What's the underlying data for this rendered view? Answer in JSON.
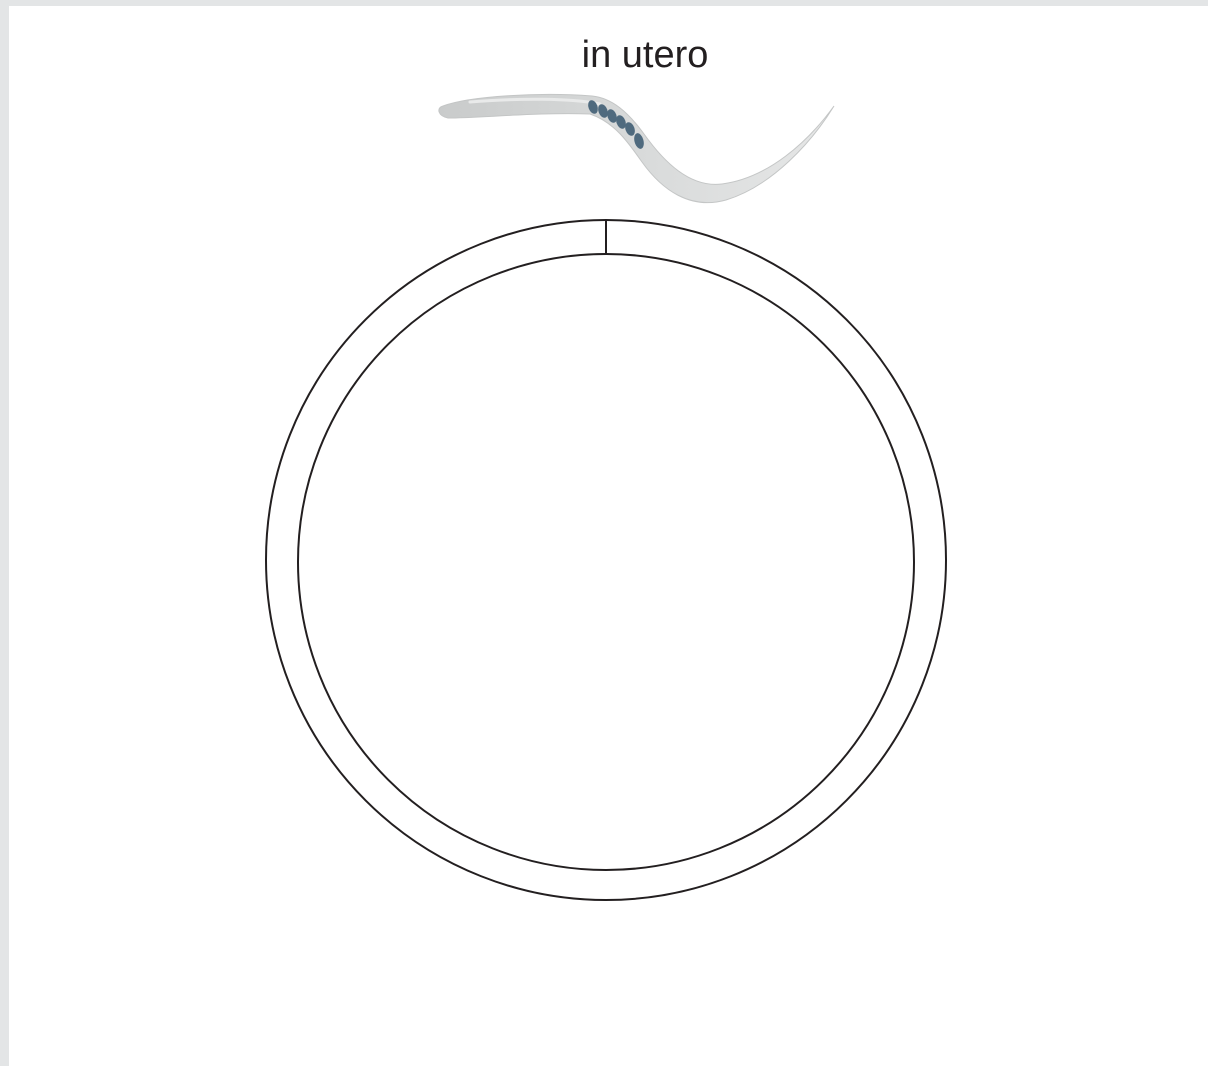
{
  "title": "in utero",
  "colors": {
    "background": "#ffffff",
    "frame": "#e3e5e6",
    "line": "#231f20",
    "worm_body": "#cfd1d1",
    "embryo": "#4f6a7e"
  },
  "icons": [
    "worm-illustration",
    "embryo-icon"
  ],
  "diagram": {
    "type": "ring-timeline",
    "embryo_count": 6
  }
}
